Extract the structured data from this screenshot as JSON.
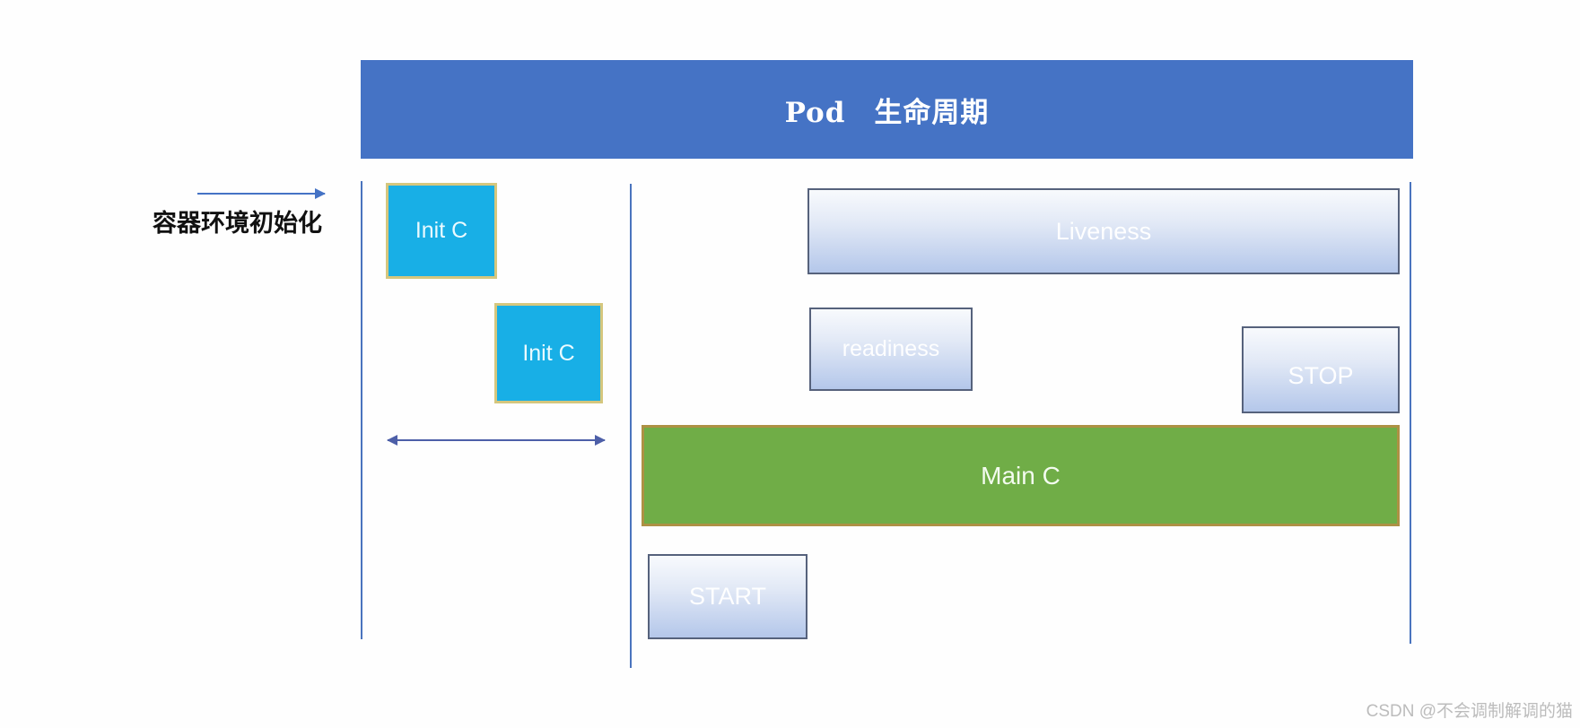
{
  "title": {
    "text": "Pod　生命周期"
  },
  "annotation": {
    "label": "容器环境初始化"
  },
  "init_containers": [
    {
      "label": "Init C"
    },
    {
      "label": "Init C"
    }
  ],
  "probes": {
    "liveness_label": "Liveness",
    "readiness_label": "readiness"
  },
  "lifecycle": {
    "main_label": "Main C",
    "start_label": "START",
    "stop_label": "STOP"
  },
  "watermark": "CSDN @不会调制解调的猫",
  "colors": {
    "title_bar": "#4573c5",
    "init_fill": "#18afe6",
    "init_border": "#d5c77e",
    "main_fill": "#70ad47",
    "main_border": "#ad9144",
    "gradient_top": "#f8fafd",
    "gradient_bottom": "#b4c7ea",
    "gradient_border": "#56627c",
    "timeline_rule": "#4a74be",
    "arrow": "#4d5fa8",
    "watermark_text": "#bcbcbc"
  }
}
